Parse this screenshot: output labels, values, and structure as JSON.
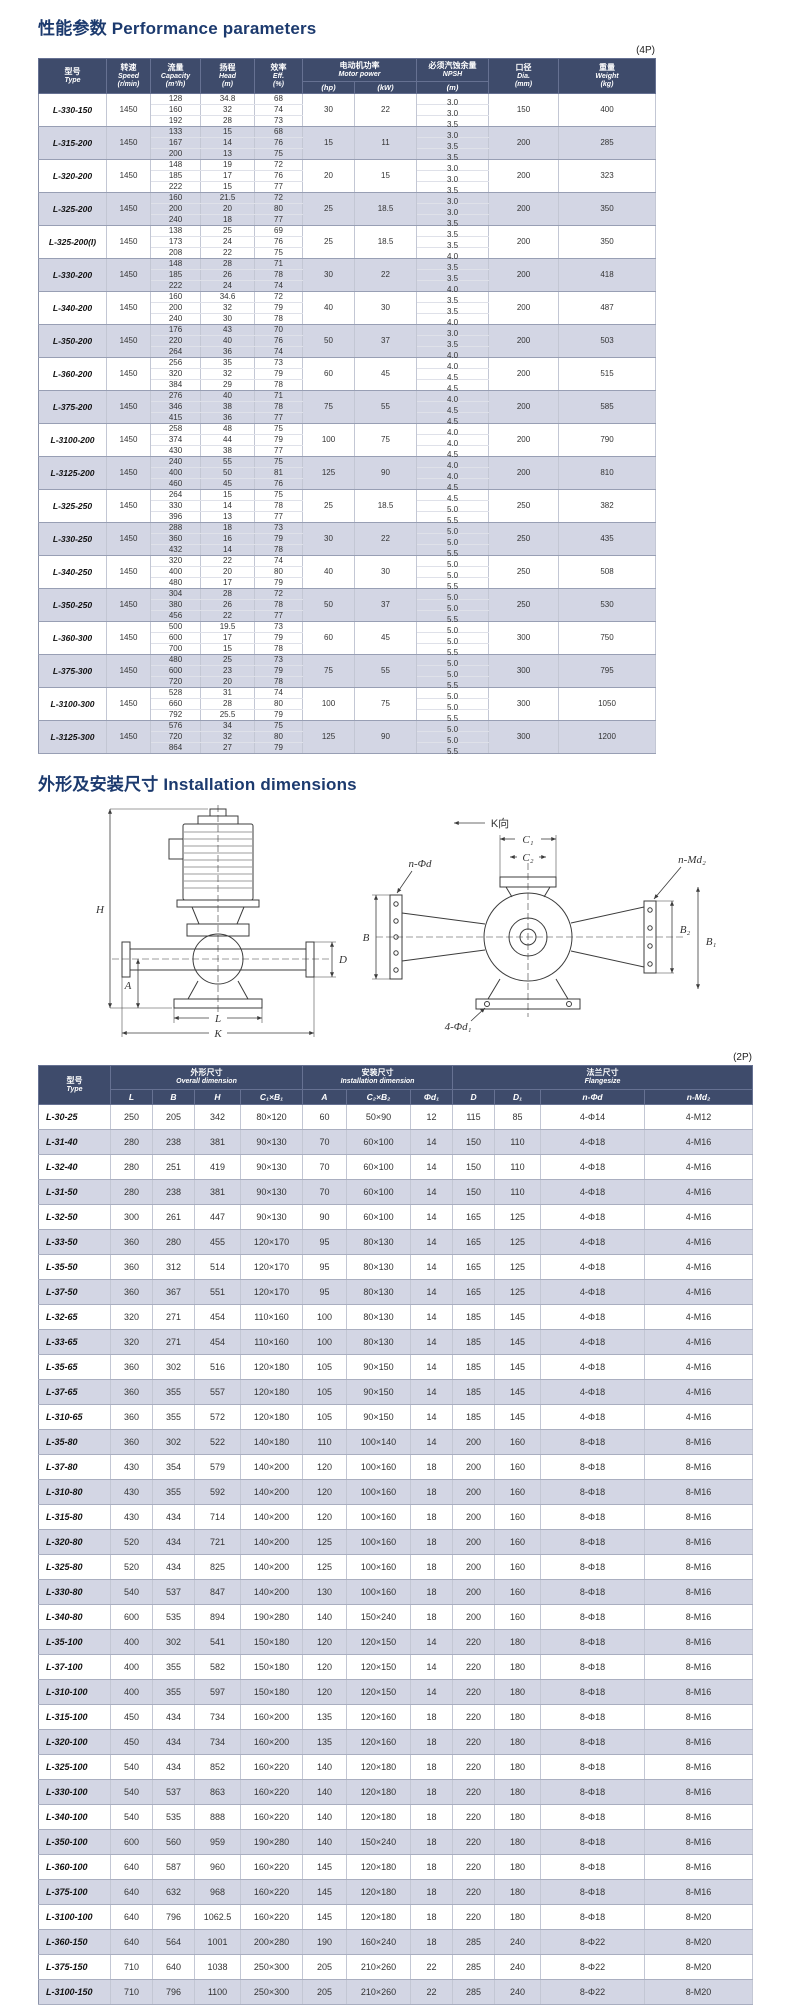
{
  "sections": {
    "performance_title": "性能参数 Performance parameters",
    "performance_tag": "(4P)",
    "installation_title": "外形及安装尺寸 Installation dimensions",
    "installation_tag": "(2P)"
  },
  "colors": {
    "header_bg": "#3e4b6b",
    "alt_row_bg": "#d3d6e4",
    "title_color": "#1c3a6e"
  },
  "performance": {
    "headers": {
      "type": {
        "zh": "型号",
        "en": "Type"
      },
      "speed": {
        "zh": "转速",
        "en": "Speed",
        "unit": "(r/min)"
      },
      "capacity": {
        "zh": "流量",
        "en": "Capacity",
        "unit": "(m³/h)"
      },
      "head": {
        "zh": "扬程",
        "en": "Head",
        "unit": "(m)"
      },
      "eff": {
        "zh": "效率",
        "en": "Eff.",
        "unit": "(%)"
      },
      "motor": {
        "zh": "电动机功率",
        "en": "Motor power"
      },
      "hp": "(hp)",
      "kw": "(kW)",
      "npsh": {
        "zh": "必须汽蚀余量",
        "en": "NPSH"
      },
      "npsh_unit": "(m)",
      "dia": {
        "zh": "口径",
        "en": "Dia.",
        "unit": "(mm)"
      },
      "weight": {
        "zh": "重量",
        "en": "Weight",
        "unit": "(kg)"
      }
    },
    "rows": [
      {
        "type": "L-330-150",
        "speed": "1450",
        "capacity": [
          "128",
          "160",
          "192"
        ],
        "head": [
          "34.8",
          "32",
          "28"
        ],
        "eff": [
          "68",
          "74",
          "73"
        ],
        "hp": "30",
        "kw": "22",
        "npsh": [
          "3.0",
          "3.0",
          "3.5"
        ],
        "dia": "150",
        "weight": "400"
      },
      {
        "type": "L-315-200",
        "speed": "1450",
        "capacity": [
          "133",
          "167",
          "200"
        ],
        "head": [
          "15",
          "14",
          "13"
        ],
        "eff": [
          "68",
          "76",
          "75"
        ],
        "hp": "15",
        "kw": "11",
        "npsh": [
          "3.0",
          "3.5",
          "3.5"
        ],
        "dia": "200",
        "weight": "285"
      },
      {
        "type": "L-320-200",
        "speed": "1450",
        "capacity": [
          "148",
          "185",
          "222"
        ],
        "head": [
          "19",
          "17",
          "15"
        ],
        "eff": [
          "72",
          "76",
          "77"
        ],
        "hp": "20",
        "kw": "15",
        "npsh": [
          "3.0",
          "3.0",
          "3.5"
        ],
        "dia": "200",
        "weight": "323"
      },
      {
        "type": "L-325-200",
        "speed": "1450",
        "capacity": [
          "160",
          "200",
          "240"
        ],
        "head": [
          "21.5",
          "20",
          "18"
        ],
        "eff": [
          "72",
          "80",
          "77"
        ],
        "hp": "25",
        "kw": "18.5",
        "npsh": [
          "3.0",
          "3.0",
          "3.5"
        ],
        "dia": "200",
        "weight": "350"
      },
      {
        "type": "L-325-200(I)",
        "speed": "1450",
        "capacity": [
          "138",
          "173",
          "208"
        ],
        "head": [
          "25",
          "24",
          "22"
        ],
        "eff": [
          "69",
          "76",
          "75"
        ],
        "hp": "25",
        "kw": "18.5",
        "npsh": [
          "3.5",
          "3.5",
          "4.0"
        ],
        "dia": "200",
        "weight": "350"
      },
      {
        "type": "L-330-200",
        "speed": "1450",
        "capacity": [
          "148",
          "185",
          "222"
        ],
        "head": [
          "28",
          "26",
          "24"
        ],
        "eff": [
          "71",
          "78",
          "74"
        ],
        "hp": "30",
        "kw": "22",
        "npsh": [
          "3.5",
          "3.5",
          "4.0"
        ],
        "dia": "200",
        "weight": "418"
      },
      {
        "type": "L-340-200",
        "speed": "1450",
        "capacity": [
          "160",
          "200",
          "240"
        ],
        "head": [
          "34.6",
          "32",
          "30"
        ],
        "eff": [
          "72",
          "79",
          "78"
        ],
        "hp": "40",
        "kw": "30",
        "npsh": [
          "3.5",
          "3.5",
          "4.0"
        ],
        "dia": "200",
        "weight": "487"
      },
      {
        "type": "L-350-200",
        "speed": "1450",
        "capacity": [
          "176",
          "220",
          "264"
        ],
        "head": [
          "43",
          "40",
          "36"
        ],
        "eff": [
          "70",
          "76",
          "74"
        ],
        "hp": "50",
        "kw": "37",
        "npsh": [
          "3.0",
          "3.5",
          "4.0"
        ],
        "dia": "200",
        "weight": "503"
      },
      {
        "type": "L-360-200",
        "speed": "1450",
        "capacity": [
          "256",
          "320",
          "384"
        ],
        "head": [
          "35",
          "32",
          "29"
        ],
        "eff": [
          "73",
          "79",
          "78"
        ],
        "hp": "60",
        "kw": "45",
        "npsh": [
          "4.0",
          "4.5",
          "4.5"
        ],
        "dia": "200",
        "weight": "515"
      },
      {
        "type": "L-375-200",
        "speed": "1450",
        "capacity": [
          "276",
          "346",
          "415"
        ],
        "head": [
          "40",
          "38",
          "36"
        ],
        "eff": [
          "71",
          "78",
          "77"
        ],
        "hp": "75",
        "kw": "55",
        "npsh": [
          "4.0",
          "4.5",
          "4.5"
        ],
        "dia": "200",
        "weight": "585"
      },
      {
        "type": "L-3100-200",
        "speed": "1450",
        "capacity": [
          "258",
          "374",
          "430"
        ],
        "head": [
          "48",
          "44",
          "38"
        ],
        "eff": [
          "75",
          "79",
          "77"
        ],
        "hp": "100",
        "kw": "75",
        "npsh": [
          "4.0",
          "4.0",
          "4.5"
        ],
        "dia": "200",
        "weight": "790"
      },
      {
        "type": "L-3125-200",
        "speed": "1450",
        "capacity": [
          "240",
          "400",
          "460"
        ],
        "head": [
          "55",
          "50",
          "45"
        ],
        "eff": [
          "75",
          "81",
          "76"
        ],
        "hp": "125",
        "kw": "90",
        "npsh": [
          "4.0",
          "4.0",
          "4.5"
        ],
        "dia": "200",
        "weight": "810"
      },
      {
        "type": "L-325-250",
        "speed": "1450",
        "capacity": [
          "264",
          "330",
          "396"
        ],
        "head": [
          "15",
          "14",
          "13"
        ],
        "eff": [
          "75",
          "78",
          "77"
        ],
        "hp": "25",
        "kw": "18.5",
        "npsh": [
          "4.5",
          "5.0",
          "5.5"
        ],
        "dia": "250",
        "we­ight": "382",
        "weight": "382"
      },
      {
        "type": "L-330-250",
        "speed": "1450",
        "capacity": [
          "288",
          "360",
          "432"
        ],
        "head": [
          "18",
          "16",
          "14"
        ],
        "eff": [
          "73",
          "79",
          "78"
        ],
        "hp": "30",
        "kw": "22",
        "npsh": [
          "5.0",
          "5.0",
          "5.5"
        ],
        "dia": "250",
        "weight": "435"
      },
      {
        "type": "L-340-250",
        "speed": "1450",
        "capacity": [
          "320",
          "400",
          "480"
        ],
        "head": [
          "22",
          "20",
          "17"
        ],
        "eff": [
          "74",
          "80",
          "79"
        ],
        "hp": "40",
        "kw": "30",
        "npsh": [
          "5.0",
          "5.0",
          "5.5"
        ],
        "dia": "250",
        "weight": "508"
      },
      {
        "type": "L-350-250",
        "speed": "1450",
        "capacity": [
          "304",
          "380",
          "456"
        ],
        "head": [
          "28",
          "26",
          "22"
        ],
        "eff": [
          "72",
          "78",
          "77"
        ],
        "hp": "50",
        "kw": "37",
        "npsh": [
          "5.0",
          "5.0",
          "5.5"
        ],
        "dia": "250",
        "weight": "530"
      },
      {
        "type": "L-360-300",
        "speed": "1450",
        "capacity": [
          "500",
          "600",
          "700"
        ],
        "head": [
          "19.5",
          "17",
          "15"
        ],
        "eff": [
          "73",
          "79",
          "78"
        ],
        "hp": "60",
        "kw": "45",
        "npsh": [
          "5.0",
          "5.0",
          "5.5"
        ],
        "dia": "300",
        "weight": "750"
      },
      {
        "type": "L-375-300",
        "speed": "1450",
        "capacity": [
          "480",
          "600",
          "720"
        ],
        "head": [
          "25",
          "23",
          "20"
        ],
        "eff": [
          "73",
          "79",
          "78"
        ],
        "hp": "75",
        "kw": "55",
        "npsh": [
          "5.0",
          "5.0",
          "5.5"
        ],
        "dia": "300",
        "weight": "795"
      },
      {
        "type": "L-3100-300",
        "speed": "1450",
        "capacity": [
          "528",
          "660",
          "792"
        ],
        "head": [
          "31",
          "28",
          "25.5"
        ],
        "eff": [
          "74",
          "80",
          "79"
        ],
        "hp": "100",
        "kw": "75",
        "npsh": [
          "5.0",
          "5.0",
          "5.5"
        ],
        "dia": "300",
        "weight": "1050"
      },
      {
        "type": "L-3125-300",
        "speed": "1450",
        "capacity": [
          "576",
          "720",
          "864"
        ],
        "head": [
          "34",
          "32",
          "27"
        ],
        "eff": [
          "75",
          "80",
          "79"
        ],
        "hp": "125",
        "kw": "90",
        "npsh": [
          "5.0",
          "5.0",
          "5.5"
        ],
        "dia": "300",
        "weight": "1200"
      }
    ]
  },
  "dimensions": {
    "headers": {
      "type": {
        "zh": "型号",
        "en": "Type"
      },
      "overall": {
        "zh": "外形尺寸",
        "en": "Overall dimension"
      },
      "install": {
        "zh": "安装尺寸",
        "en": "Installation dimension"
      },
      "flange": {
        "zh": "法兰尺寸",
        "en": "Flangesize"
      },
      "cols": [
        "L",
        "B",
        "H",
        "C₁×B₁",
        "A",
        "C₂×B₂",
        "Φd₁",
        "D",
        "D₁",
        "n-Φd",
        "n-Md₂"
      ]
    },
    "rows": [
      [
        "L-30-25",
        "250",
        "205",
        "342",
        "80×120",
        "60",
        "50×90",
        "12",
        "115",
        "85",
        "4-Φ14",
        "4-M12"
      ],
      [
        "L-31-40",
        "280",
        "238",
        "381",
        "90×130",
        "70",
        "60×100",
        "14",
        "150",
        "110",
        "4-Φ18",
        "4-M16"
      ],
      [
        "L-32-40",
        "280",
        "251",
        "419",
        "90×130",
        "70",
        "60×100",
        "14",
        "150",
        "110",
        "4-Φ18",
        "4-M16"
      ],
      [
        "L-31-50",
        "280",
        "238",
        "381",
        "90×130",
        "70",
        "60×100",
        "14",
        "150",
        "110",
        "4-Φ18",
        "4-M16"
      ],
      [
        "L-32-50",
        "300",
        "261",
        "447",
        "90×130",
        "90",
        "60×100",
        "14",
        "165",
        "125",
        "4-Φ18",
        "4-M16"
      ],
      [
        "L-33-50",
        "360",
        "280",
        "455",
        "120×170",
        "95",
        "80×130",
        "14",
        "165",
        "125",
        "4-Φ18",
        "4-M16"
      ],
      [
        "L-35-50",
        "360",
        "312",
        "514",
        "120×170",
        "95",
        "80×130",
        "14",
        "165",
        "125",
        "4-Φ18",
        "4-M16"
      ],
      [
        "L-37-50",
        "360",
        "367",
        "551",
        "120×170",
        "95",
        "80×130",
        "14",
        "165",
        "125",
        "4-Φ18",
        "4-M16"
      ],
      [
        "L-32-65",
        "320",
        "271",
        "454",
        "110×160",
        "100",
        "80×130",
        "14",
        "185",
        "145",
        "4-Φ18",
        "4-M16"
      ],
      [
        "L-33-65",
        "320",
        "271",
        "454",
        "110×160",
        "100",
        "80×130",
        "14",
        "185",
        "145",
        "4-Φ18",
        "4-M16"
      ],
      [
        "L-35-65",
        "360",
        "302",
        "516",
        "120×180",
        "105",
        "90×150",
        "14",
        "185",
        "145",
        "4-Φ18",
        "4-M16"
      ],
      [
        "L-37-65",
        "360",
        "355",
        "557",
        "120×180",
        "105",
        "90×150",
        "14",
        "185",
        "145",
        "4-Φ18",
        "4-M16"
      ],
      [
        "L-310-65",
        "360",
        "355",
        "572",
        "120×180",
        "105",
        "90×150",
        "14",
        "185",
        "145",
        "4-Φ18",
        "4-M16"
      ],
      [
        "L-35-80",
        "360",
        "302",
        "522",
        "140×180",
        "110",
        "100×140",
        "14",
        "200",
        "160",
        "8-Φ18",
        "8-M16"
      ],
      [
        "L-37-80",
        "430",
        "354",
        "579",
        "140×200",
        "120",
        "100×160",
        "18",
        "200",
        "160",
        "8-Φ18",
        "8-M16"
      ],
      [
        "L-310-80",
        "430",
        "355",
        "592",
        "140×200",
        "120",
        "100×160",
        "18",
        "200",
        "160",
        "8-Φ18",
        "8-M16"
      ],
      [
        "L-315-80",
        "430",
        "434",
        "714",
        "140×200",
        "120",
        "100×160",
        "18",
        "200",
        "160",
        "8-Φ18",
        "8-M16"
      ],
      [
        "L-320-80",
        "520",
        "434",
        "721",
        "140×200",
        "125",
        "100×160",
        "18",
        "200",
        "160",
        "8-Φ18",
        "8-M16"
      ],
      [
        "L-325-80",
        "520",
        "434",
        "825",
        "140×200",
        "125",
        "100×160",
        "18",
        "200",
        "160",
        "8-Φ18",
        "8-M16"
      ],
      [
        "L-330-80",
        "540",
        "537",
        "847",
        "140×200",
        "130",
        "100×160",
        "18",
        "200",
        "160",
        "8-Φ18",
        "8-M16"
      ],
      [
        "L-340-80",
        "600",
        "535",
        "894",
        "190×280",
        "140",
        "150×240",
        "18",
        "200",
        "160",
        "8-Φ18",
        "8-M16"
      ],
      [
        "L-35-100",
        "400",
        "302",
        "541",
        "150×180",
        "120",
        "120×150",
        "14",
        "220",
        "180",
        "8-Φ18",
        "8-M16"
      ],
      [
        "L-37-100",
        "400",
        "355",
        "582",
        "150×180",
        "120",
        "120×150",
        "14",
        "220",
        "180",
        "8-Φ18",
        "8-M16"
      ],
      [
        "L-310-100",
        "400",
        "355",
        "597",
        "150×180",
        "120",
        "120×150",
        "14",
        "220",
        "180",
        "8-Φ18",
        "8-M16"
      ],
      [
        "L-315-100",
        "450",
        "434",
        "734",
        "160×200",
        "135",
        "120×160",
        "18",
        "220",
        "180",
        "8-Φ18",
        "8-M16"
      ],
      [
        "L-320-100",
        "450",
        "434",
        "734",
        "160×200",
        "135",
        "120×160",
        "18",
        "220",
        "180",
        "8-Φ18",
        "8-M16"
      ],
      [
        "L-325-100",
        "540",
        "434",
        "852",
        "160×220",
        "140",
        "120×180",
        "18",
        "220",
        "180",
        "8-Φ18",
        "8-M16"
      ],
      [
        "L-330-100",
        "540",
        "537",
        "863",
        "160×220",
        "140",
        "120×180",
        "18",
        "220",
        "180",
        "8-Φ18",
        "8-M16"
      ],
      [
        "L-340-100",
        "540",
        "535",
        "888",
        "160×220",
        "140",
        "120×180",
        "18",
        "220",
        "180",
        "8-Φ18",
        "8-M16"
      ],
      [
        "L-350-100",
        "600",
        "560",
        "959",
        "190×280",
        "140",
        "150×240",
        "18",
        "220",
        "180",
        "8-Φ18",
        "8-M16"
      ],
      [
        "L-360-100",
        "640",
        "587",
        "960",
        "160×220",
        "145",
        "120×180",
        "18",
        "220",
        "180",
        "8-Φ18",
        "8-M16"
      ],
      [
        "L-375-100",
        "640",
        "632",
        "968",
        "160×220",
        "145",
        "120×180",
        "18",
        "220",
        "180",
        "8-Φ18",
        "8-M16"
      ],
      [
        "L-3100-100",
        "640",
        "796",
        "1062.5",
        "160×220",
        "145",
        "120×180",
        "18",
        "220",
        "180",
        "8-Φ18",
        "8-M20"
      ],
      [
        "L-360-150",
        "640",
        "564",
        "1001",
        "200×280",
        "190",
        "160×240",
        "18",
        "285",
        "240",
        "8-Φ22",
        "8-M20"
      ],
      [
        "L-375-150",
        "710",
        "640",
        "1038",
        "250×300",
        "205",
        "210×260",
        "22",
        "285",
        "240",
        "8-Φ22",
        "8-M20"
      ],
      [
        "L-3100-150",
        "710",
        "796",
        "1100",
        "250×300",
        "205",
        "210×260",
        "22",
        "285",
        "240",
        "8-Φ22",
        "8-M20"
      ]
    ]
  },
  "drawing": {
    "front_view_labels": {
      "h": "H",
      "a": "A",
      "d": "D",
      "l": "L",
      "k": "K"
    },
    "k_view_labels": {
      "view": "K向",
      "c1": "C₁",
      "c2": "C₂",
      "bolt_holes": "n-Φd",
      "thread_holes": "n-Md₂",
      "b": "B",
      "b1": "B₁",
      "b2": "B₂",
      "base_holes": "4-Φd₁"
    }
  }
}
